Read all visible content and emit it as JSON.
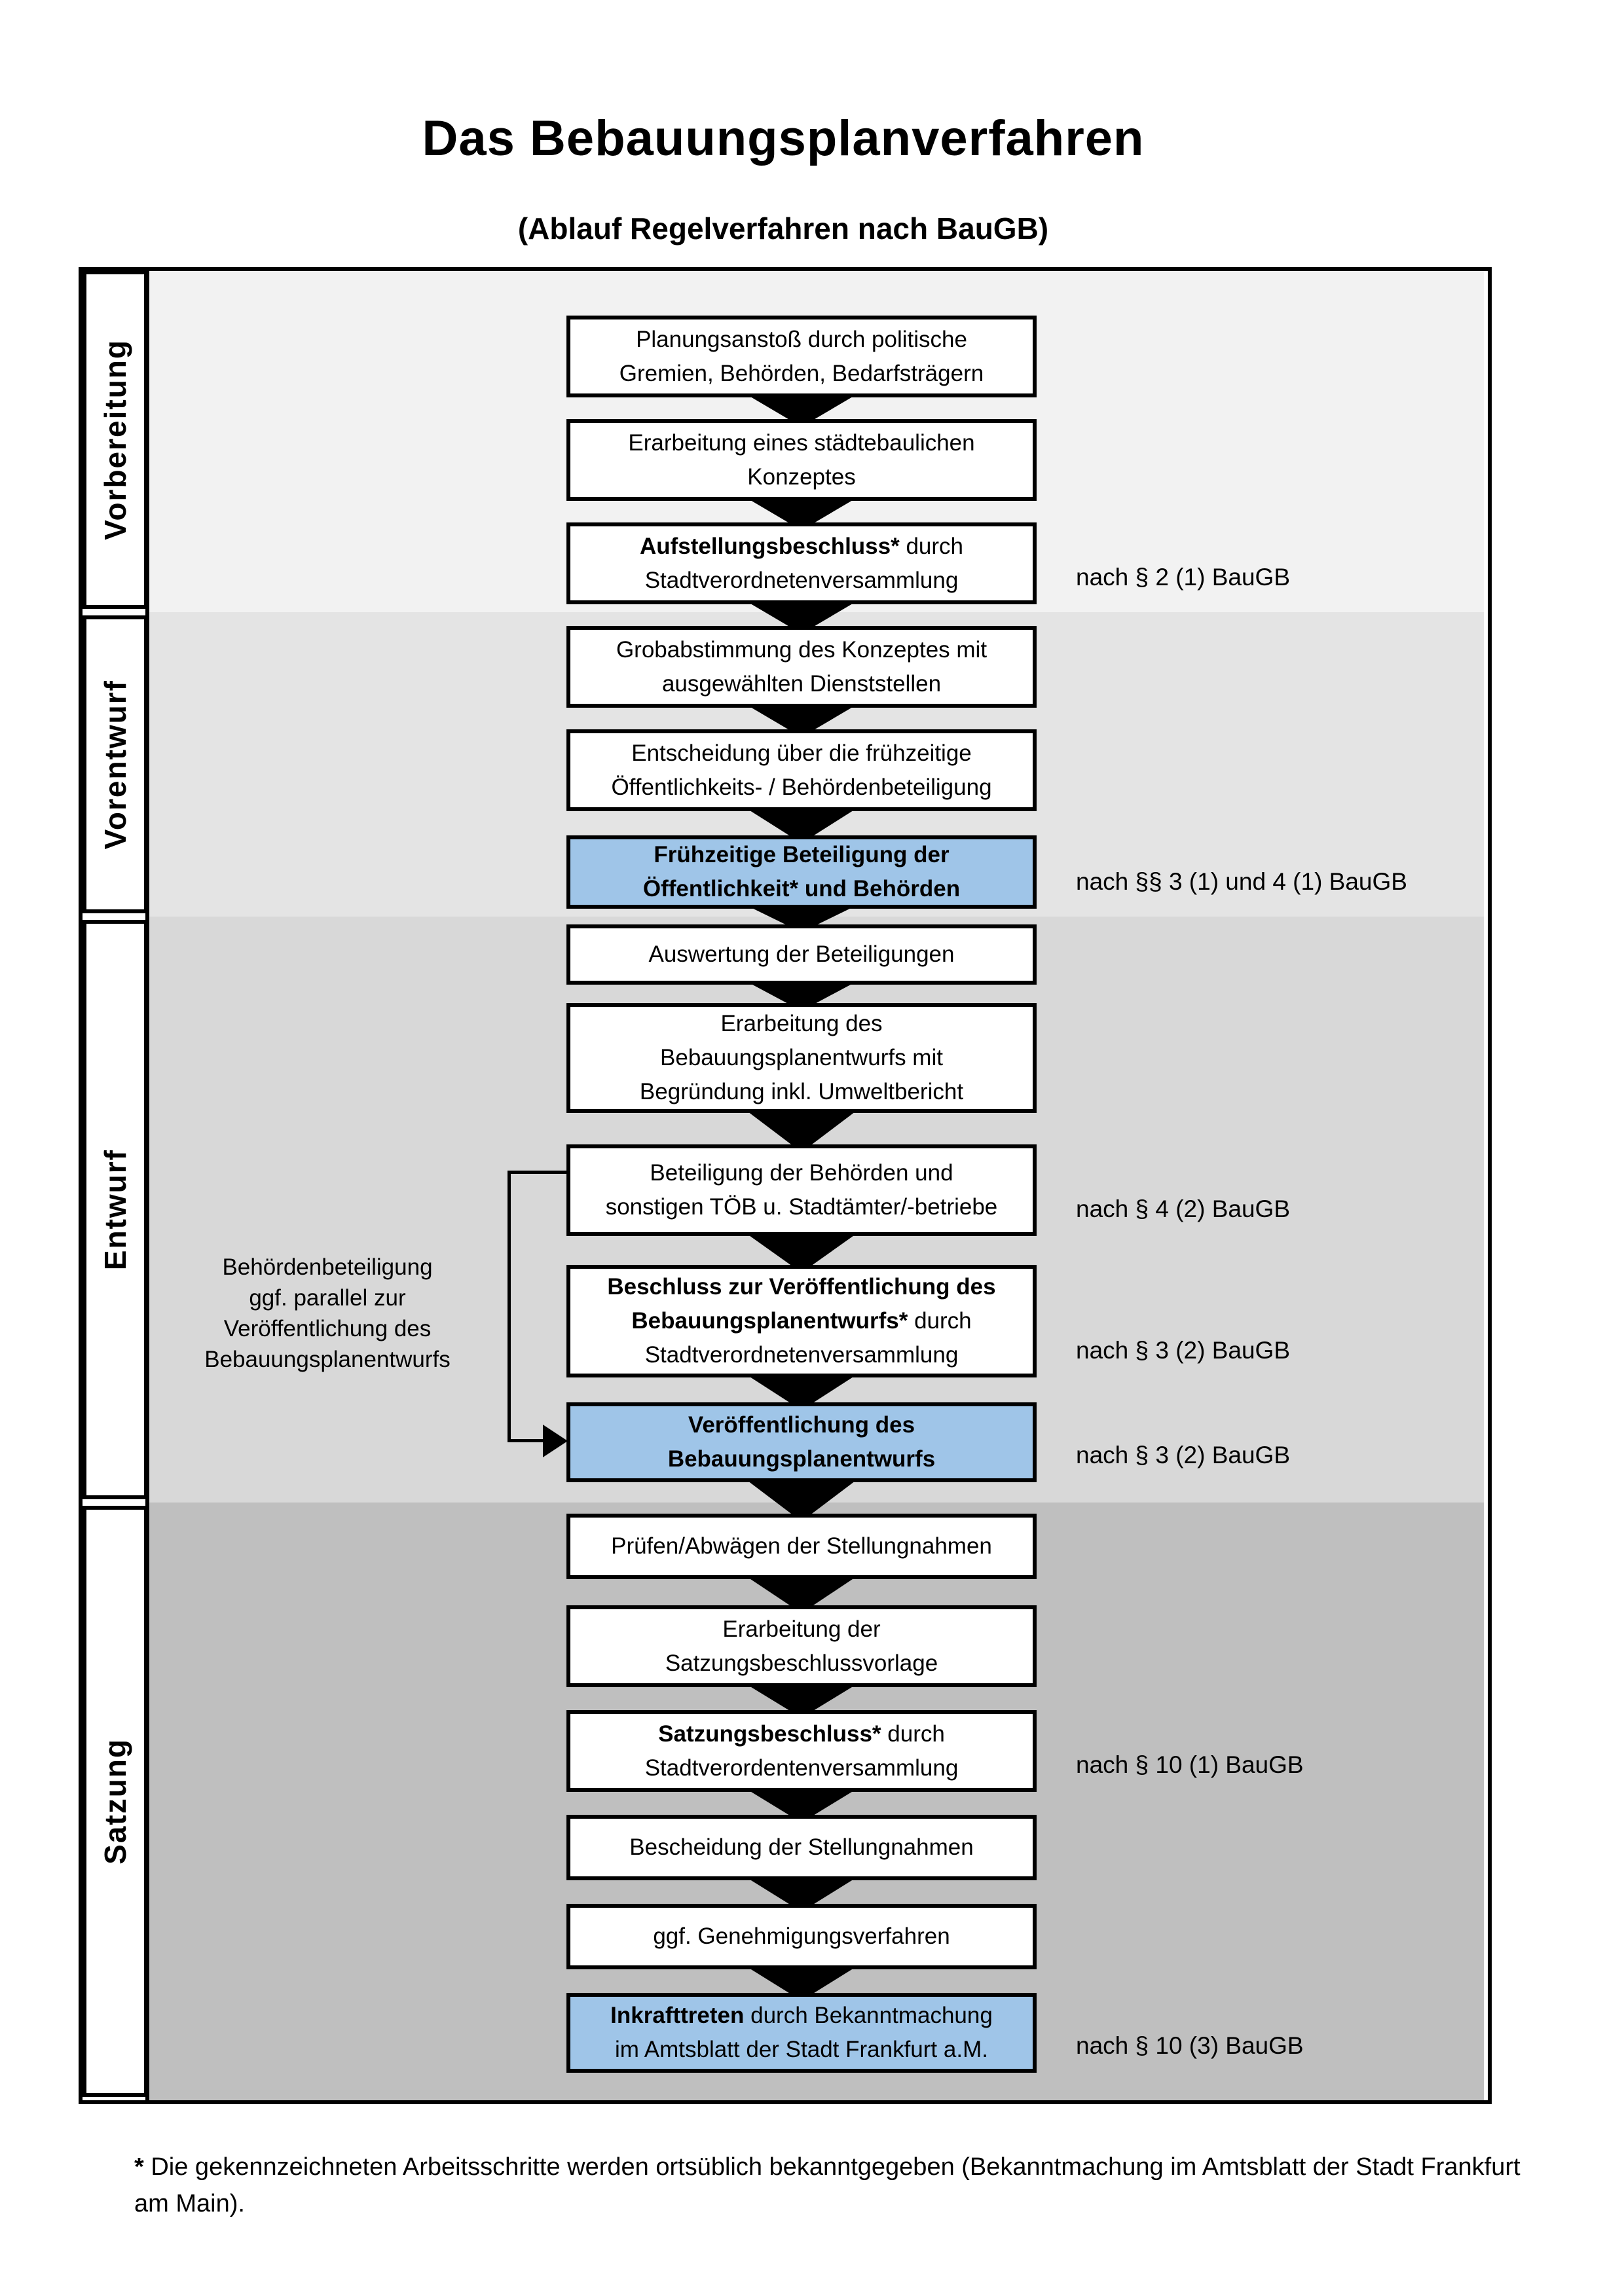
{
  "title": "Das Bebauungsplanverfahren",
  "subtitle": "(Ablauf Regelverfahren nach BauGB)",
  "colors": {
    "highlight_blue": "#9fc5e8",
    "box_white": "#ffffff",
    "border_black": "#000000",
    "band_grays": [
      "#f2f2f2",
      "#e4e4e4",
      "#d8d8d8",
      "#bfbfbf"
    ]
  },
  "sections": [
    {
      "label": "Vorbereitung"
    },
    {
      "label": "Vorentwurf"
    },
    {
      "label": "Entwurf"
    },
    {
      "label": "Satzung"
    }
  ],
  "flow": {
    "boxes": [
      {
        "style": "plain",
        "lines": [
          [
            {
              "t": "Planungsanstoß durch politische",
              "b": false
            }
          ],
          [
            {
              "t": "Gremien, Behörden, Bedarfsträgern",
              "b": false
            }
          ]
        ]
      },
      {
        "style": "plain",
        "lines": [
          [
            {
              "t": "Erarbeitung eines städtebaulichen",
              "b": false
            }
          ],
          [
            {
              "t": "Konzeptes",
              "b": false
            }
          ]
        ]
      },
      {
        "style": "plain",
        "law": "nach § 2 (1) BauGB",
        "lines": [
          [
            {
              "t": "Aufstellungsbeschluss*",
              "b": true
            },
            {
              "t": " durch",
              "b": false
            }
          ],
          [
            {
              "t": "Stadtverordnetenversammlung",
              "b": false
            }
          ]
        ]
      },
      {
        "style": "plain",
        "lines": [
          [
            {
              "t": "Grobabstimmung des Konzeptes mit",
              "b": false
            }
          ],
          [
            {
              "t": "ausgewählten Dienststellen",
              "b": false
            }
          ]
        ]
      },
      {
        "style": "plain",
        "lines": [
          [
            {
              "t": "Entscheidung über die frühzeitige",
              "b": false
            }
          ],
          [
            {
              "t": "Öffentlichkeits- / Behördenbeteiligung",
              "b": false
            }
          ]
        ]
      },
      {
        "style": "highlight",
        "law": "nach §§ 3 (1) und 4 (1) BauGB",
        "lines": [
          [
            {
              "t": "Frühzeitige Beteiligung der",
              "b": true
            }
          ],
          [
            {
              "t": "Öffentlichkeit* und Behörden",
              "b": true
            }
          ]
        ]
      },
      {
        "style": "plain",
        "lines": [
          [
            {
              "t": "Auswertung der Beteiligungen",
              "b": false
            }
          ]
        ]
      },
      {
        "style": "plain",
        "lines": [
          [
            {
              "t": "Erarbeitung des",
              "b": false
            }
          ],
          [
            {
              "t": "Bebauungsplanentwurfs mit",
              "b": false
            }
          ],
          [
            {
              "t": "Begründung inkl. Umweltbericht",
              "b": false
            }
          ]
        ]
      },
      {
        "style": "plain",
        "law": "nach § 4 (2) BauGB",
        "lines": [
          [
            {
              "t": "Beteiligung der Behörden und",
              "b": false
            }
          ],
          [
            {
              "t": "sonstigen TÖB u. Stadtämter/-betriebe",
              "b": false
            }
          ]
        ]
      },
      {
        "style": "plain",
        "law": "nach § 3 (2) BauGB",
        "lines": [
          [
            {
              "t": "Beschluss zur Veröffentlichung des",
              "b": true
            }
          ],
          [
            {
              "t": "Bebauungsplanentwurfs*",
              "b": true
            },
            {
              "t": " durch",
              "b": false
            }
          ],
          [
            {
              "t": "Stadtverordnetenversammlung",
              "b": false
            }
          ]
        ]
      },
      {
        "style": "highlight",
        "law": "nach § 3 (2) BauGB",
        "lines": [
          [
            {
              "t": "Veröffentlichung des",
              "b": true
            }
          ],
          [
            {
              "t": "Bebauungsplanentwurfs",
              "b": true
            }
          ]
        ]
      },
      {
        "style": "plain",
        "lines": [
          [
            {
              "t": "Prüfen/Abwägen der Stellungnahmen",
              "b": false
            }
          ]
        ]
      },
      {
        "style": "plain",
        "lines": [
          [
            {
              "t": "Erarbeitung der",
              "b": false
            }
          ],
          [
            {
              "t": "Satzungsbeschlussvorlage",
              "b": false
            }
          ]
        ]
      },
      {
        "style": "plain",
        "law": "nach § 10 (1) BauGB",
        "lines": [
          [
            {
              "t": "Satzungsbeschluss*",
              "b": true
            },
            {
              "t": " durch",
              "b": false
            }
          ],
          [
            {
              "t": "Stadtverordentenversammlung",
              "b": false
            }
          ]
        ]
      },
      {
        "style": "plain",
        "lines": [
          [
            {
              "t": "Bescheidung der Stellungnahmen",
              "b": false
            }
          ]
        ]
      },
      {
        "style": "plain",
        "lines": [
          [
            {
              "t": "ggf. Genehmigungsverfahren",
              "b": false
            }
          ]
        ]
      },
      {
        "style": "highlight",
        "law": "nach § 10 (3) BauGB",
        "lines": [
          [
            {
              "t": "Inkrafttreten",
              "b": true
            },
            {
              "t": " durch Bekanntmachung",
              "b": false
            }
          ],
          [
            {
              "t": "im Amtsblatt der Stadt Frankfurt a.M.",
              "b": false
            }
          ]
        ]
      }
    ]
  },
  "side_note": {
    "text": "Behördenbeteiligung\nggf. parallel zur\nVeröffentlichung des\nBebauungsplanentwurfs"
  },
  "footnote": {
    "marker": "*",
    "text": " Die gekennzeichneten Arbeitsschritte werden ortsüblich bekanntgegeben (Bekanntmachung im Amtsblatt der Stadt Frankfurt am Main)."
  }
}
